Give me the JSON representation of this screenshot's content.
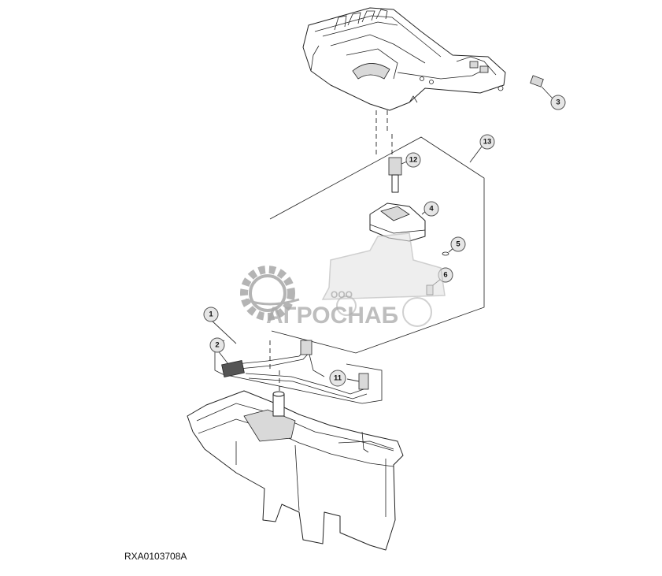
{
  "figure": {
    "code": "RXA0103708A"
  },
  "callouts": [
    {
      "id": "callout-1",
      "label": "1"
    },
    {
      "id": "callout-2",
      "label": "2"
    },
    {
      "id": "callout-3",
      "label": "3"
    },
    {
      "id": "callout-4",
      "label": "4"
    },
    {
      "id": "callout-5",
      "label": "5"
    },
    {
      "id": "callout-6",
      "label": "6"
    },
    {
      "id": "callout-11",
      "label": "11"
    },
    {
      "id": "callout-12",
      "label": "12"
    },
    {
      "id": "callout-13",
      "label": "13"
    }
  ],
  "watermark": {
    "prefix": "ООО",
    "name": "АГРОСНАБ",
    "icon": "gear-harvester-logo"
  }
}
